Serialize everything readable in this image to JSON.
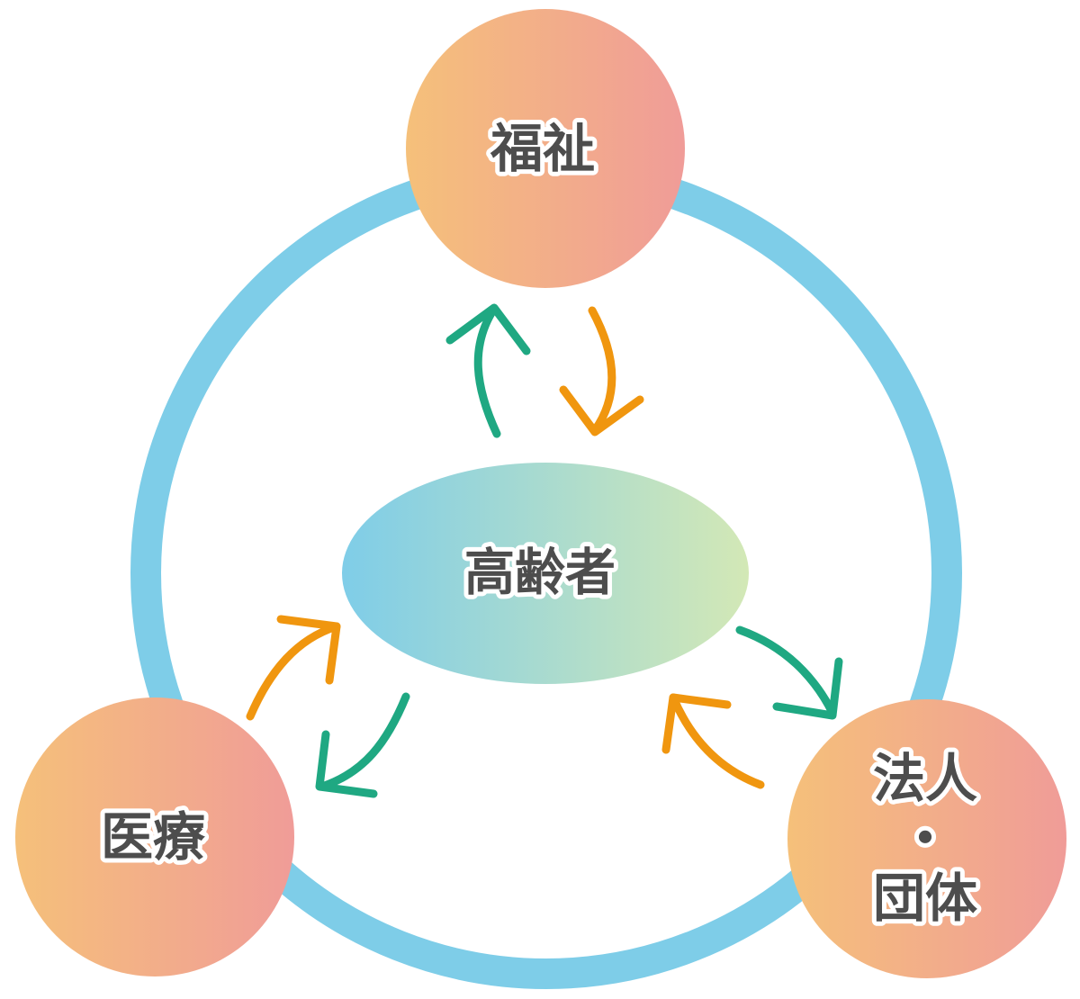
{
  "nodes": {
    "center": {
      "label": "高齢者"
    },
    "welfare": {
      "label": "福祉"
    },
    "medical": {
      "label": "医療"
    },
    "corporation": {
      "label_line1": "法人",
      "label_line2": "・",
      "label_line3": "団体"
    }
  },
  "colors": {
    "ring": "#7ecde8",
    "node_gradient_start": "#f5c07a",
    "node_gradient_end": "#f09c98",
    "center_gradient_start": "#7fcde8",
    "center_gradient_end": "#d3e8b6",
    "arrow_green": "#1fa882",
    "arrow_orange": "#f0960f",
    "label_text": "#4d4d4d"
  }
}
